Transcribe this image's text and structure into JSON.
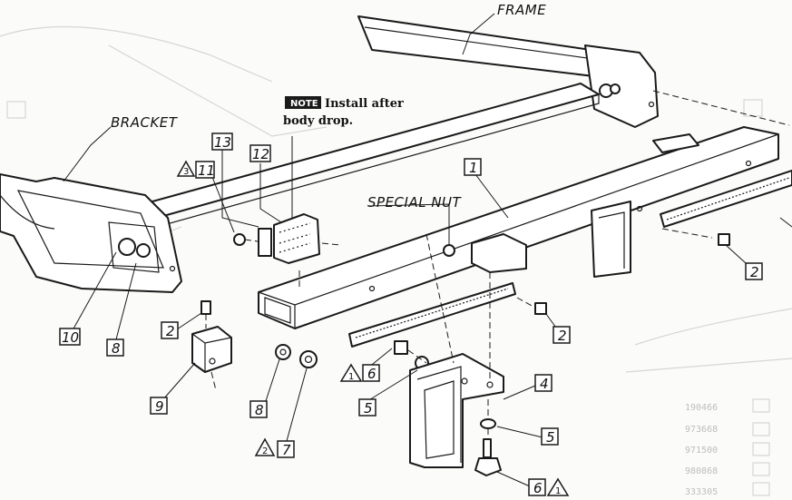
{
  "labels": {
    "frame": "FRAME",
    "bracket": "BRACKET",
    "special_nut": "SPECIAL NUT"
  },
  "note": {
    "badge": "NOTE",
    "line1": "Install after",
    "line2": "body drop."
  },
  "callouts": {
    "c1": "1",
    "c2a": "2",
    "c2b": "2",
    "c2c": "2",
    "c4": "4",
    "c5a": "5",
    "c5b": "5",
    "c6a": "6",
    "c6b": "6",
    "c7": "7",
    "c8a": "8",
    "c8b": "8",
    "c9": "9",
    "c10": "10",
    "c11": "11",
    "c12": "12",
    "c13": "13"
  },
  "triangles": {
    "t3": "3",
    "t2": "2",
    "t1a": "1",
    "t1b": "1"
  },
  "background_table": [
    "190466",
    "973668",
    "971500",
    "980868",
    "333305"
  ]
}
